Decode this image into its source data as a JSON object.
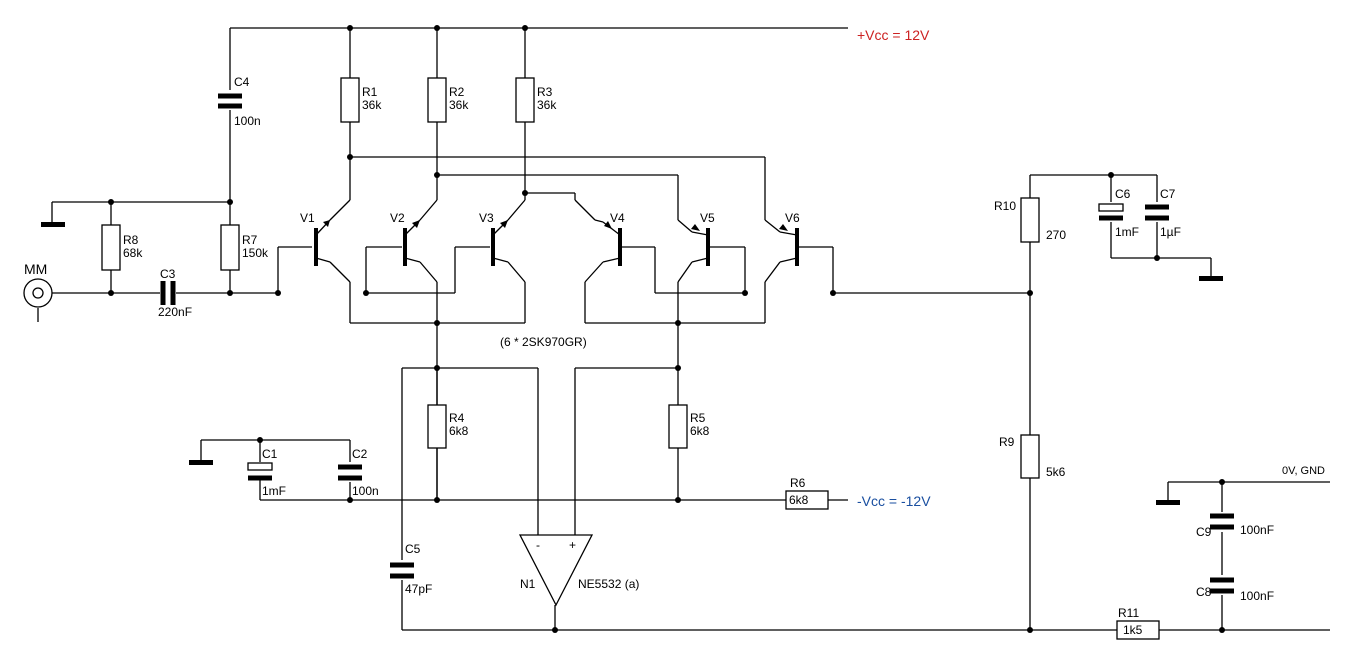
{
  "rails": {
    "vcc_pos": "+Vcc = 12V",
    "vcc_neg": "-Vcc = -12V",
    "ground": "0V, GND",
    "vcc_pos_color": "#cc2222",
    "vcc_neg_color": "#1a4fa0"
  },
  "input": {
    "label": "MM"
  },
  "transistor_note": "(6 * 2SK970GR)",
  "transistors": [
    "V1",
    "V2",
    "V3",
    "V4",
    "V5",
    "V6"
  ],
  "resistors": {
    "R1": {
      "name": "R1",
      "value": "36k"
    },
    "R2": {
      "name": "R2",
      "value": "36k"
    },
    "R3": {
      "name": "R3",
      "value": "36k"
    },
    "R4": {
      "name": "R4",
      "value": "6k8"
    },
    "R5": {
      "name": "R5",
      "value": "6k8"
    },
    "R6": {
      "name": "R6",
      "value": "6k8"
    },
    "R7": {
      "name": "R7",
      "value": "150k"
    },
    "R8": {
      "name": "R8",
      "value": "68k"
    },
    "R9": {
      "name": "R9",
      "value": "5k6"
    },
    "R10": {
      "name": "R10",
      "value": "270"
    },
    "R11": {
      "name": "R11",
      "value": "1k5"
    }
  },
  "capacitors": {
    "C1": {
      "name": "C1",
      "value": "1mF"
    },
    "C2": {
      "name": "C2",
      "value": "100n"
    },
    "C3": {
      "name": "C3",
      "value": "220nF"
    },
    "C4": {
      "name": "C4",
      "value": "100n"
    },
    "C5": {
      "name": "C5",
      "value": "47pF"
    },
    "C6": {
      "name": "C6",
      "value": "1mF"
    },
    "C7": {
      "name": "C7",
      "value": "1µF"
    },
    "C8": {
      "name": "C8",
      "value": "100nF"
    },
    "C9": {
      "name": "C9",
      "value": "100nF"
    }
  },
  "opamp": {
    "name": "N1",
    "part": "NE5532 (a)",
    "minus": "-",
    "plus": "+"
  }
}
